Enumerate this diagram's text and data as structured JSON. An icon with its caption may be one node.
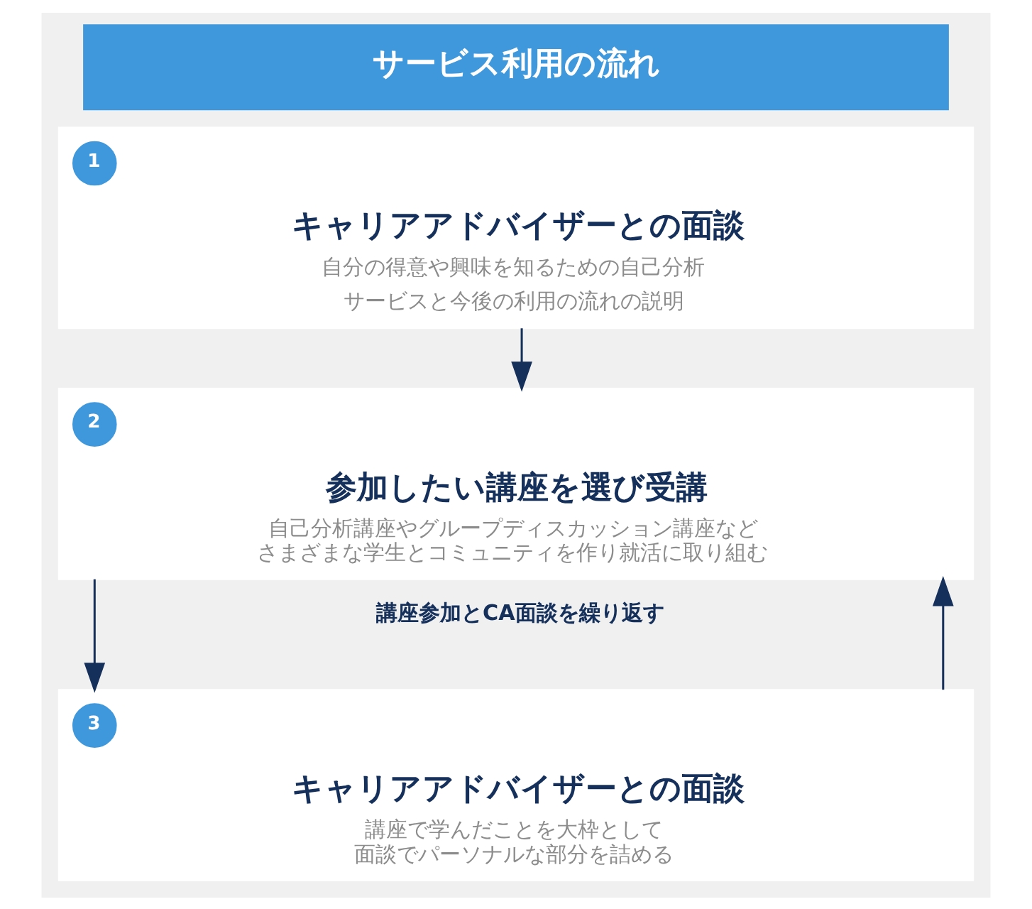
{
  "diagram": {
    "title": "サービス利用の流れ",
    "nodes": [
      {
        "text": [
          "キャリアアドバイザーとの面談",
          "自分の得意や興味を知るための自己分析",
          "サービスと今後の利用の流れの説明"
        ]
      },
      {
        "text": [
          "1"
        ],
        "in": 0
      },
      {
        "text": [
          "参加したい講座を選び受講",
          "自己分析講座やグループディスカッション講座などさまざまな学生とコミュニティを作り就活に取り組む"
        ]
      },
      {
        "text": [
          "2"
        ],
        "in": 2
      },
      {
        "text": [
          "キャリアアドバイザーとの面談",
          "講座で学んだことを大枠として面談でパーソナルな部分を詰める"
        ]
      },
      {
        "text": [
          "3"
        ],
        "in": 4
      }
    ],
    "edges": [
      {
        "from": 0,
        "to": 2,
        "arrow": "to"
      },
      {
        "from": 2,
        "to": 4,
        "arrow": "to"
      },
      {
        "from": 4,
        "to": 2,
        "arrow": "to"
      }
    ],
    "labels": [
      "講座参加とCA面談を繰り返す"
    ]
  }
}
